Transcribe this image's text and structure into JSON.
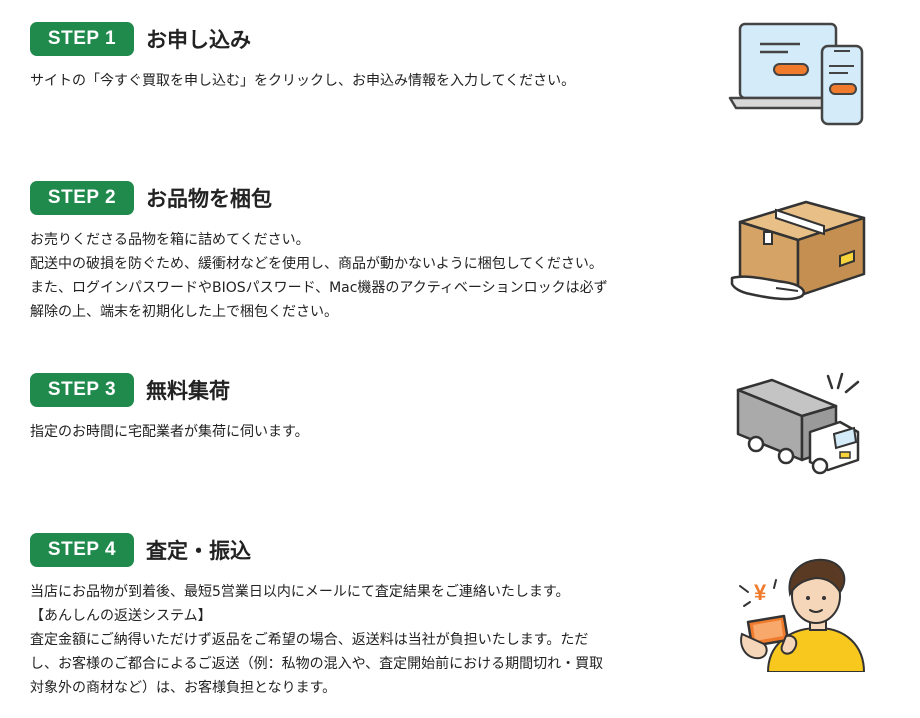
{
  "steps": [
    {
      "badge": "STEP 1",
      "title": "お申し込み",
      "lines": [
        "サイトの「今すぐ買取を申し込む」をクリックし、お申込み情報を入力してください。"
      ],
      "illustration": "laptop-smartphone-icon"
    },
    {
      "badge": "STEP 2",
      "title": "お品物を梱包",
      "lines": [
        "お売りくださる品物を箱に詰めてください。",
        "配送中の破損を防ぐため、緩衝材などを使用し、商品が動かないように梱包してください。",
        "また、ログインパスワードやBIOSパスワード、Mac機器のアクティベーションロックは必ず",
        "解除の上、端末を初期化した上で梱包ください。"
      ],
      "illustration": "cardboard-box-icon"
    },
    {
      "badge": "STEP 3",
      "title": "無料集荷",
      "lines": [
        "指定のお時間に宅配業者が集荷に伺います。"
      ],
      "illustration": "delivery-truck-icon"
    },
    {
      "badge": "STEP 4",
      "title": "査定・振込",
      "lines": [
        "当店にお品物が到着後、最短5営業日以内にメールにて査定結果をご連絡いたします。",
        "【あんしんの返送システム】",
        "査定金額にご納得いただけず返品をご希望の場合、返送料は当社が負担いたします。ただ",
        "し、お客様のご都合によるご返送（例：私物の混入や、査定開始前における期間切れ・買取",
        "対象外の商材など）は、お客様負担となります。"
      ],
      "illustration": "man-smartphone-yen-icon",
      "yen_symbol": "¥"
    }
  ],
  "colors": {
    "badge_green": "#1f8a4c",
    "screen_blue": "#d4ecfa",
    "accent_orange": "#f07b2c",
    "box_tan": "#d4a365",
    "truck_gray": "#aaaaaa",
    "shirt_yellow": "#f8c81e"
  }
}
